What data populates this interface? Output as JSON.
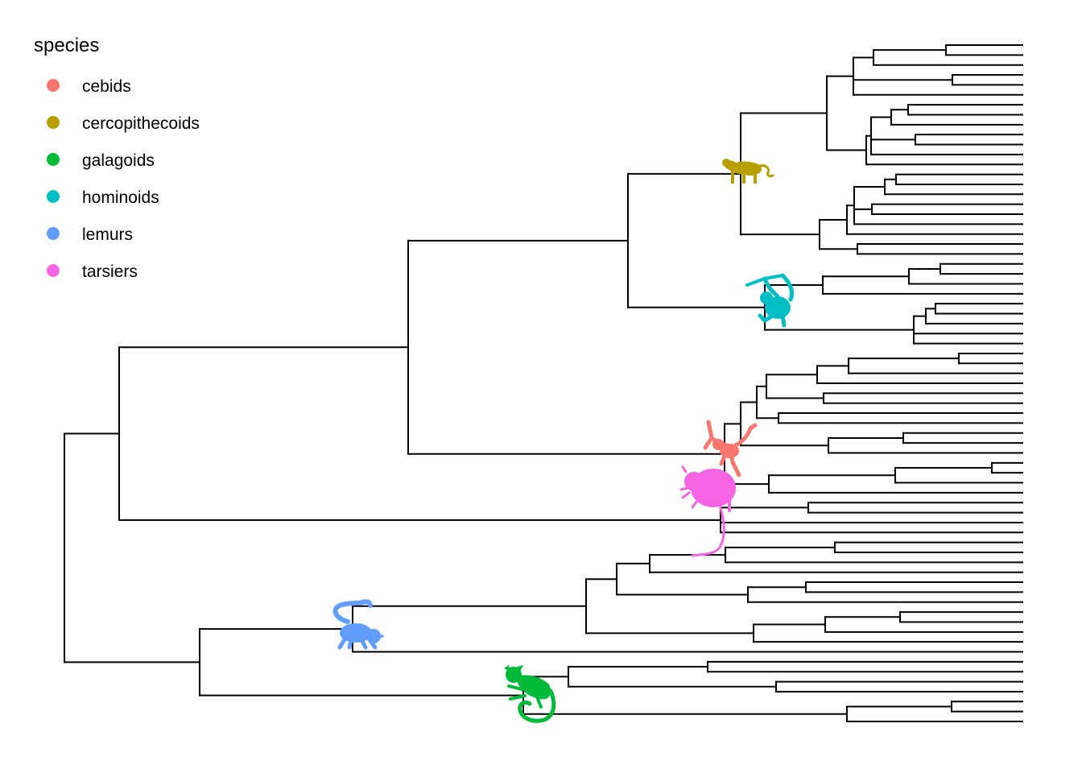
{
  "legend": {
    "title": "species",
    "items": [
      {
        "key": "cebids",
        "label": "cebids",
        "color": "#F8766D"
      },
      {
        "key": "cercopithecoids",
        "label": "cercopithecoids",
        "color": "#B79F00"
      },
      {
        "key": "galagoids",
        "label": "galagoids",
        "color": "#00BA38"
      },
      {
        "key": "hominoids",
        "label": "hominoids",
        "color": "#00BFC4"
      },
      {
        "key": "lemurs",
        "label": "lemurs",
        "color": "#619CFF"
      },
      {
        "key": "tarsiers",
        "label": "tarsiers",
        "color": "#F564E3"
      }
    ]
  },
  "tree": {
    "tip_count": 63,
    "line_color": "#000000",
    "clades": [
      {
        "name": "cercopithecoids",
        "icon": "monkey-walking-silhouette-icon",
        "color": "#B79F00"
      },
      {
        "name": "hominoids",
        "icon": "gibbon-hanging-silhouette-icon",
        "color": "#00BFC4"
      },
      {
        "name": "cebids",
        "icon": "spider-monkey-silhouette-icon",
        "color": "#F8766D"
      },
      {
        "name": "tarsiers",
        "icon": "tarsier-silhouette-icon",
        "color": "#F564E3"
      },
      {
        "name": "lemurs",
        "icon": "ring-tailed-lemur-silhouette-icon",
        "color": "#619CFF"
      },
      {
        "name": "galagoids",
        "icon": "galago-silhouette-icon",
        "color": "#00BA38"
      }
    ]
  }
}
